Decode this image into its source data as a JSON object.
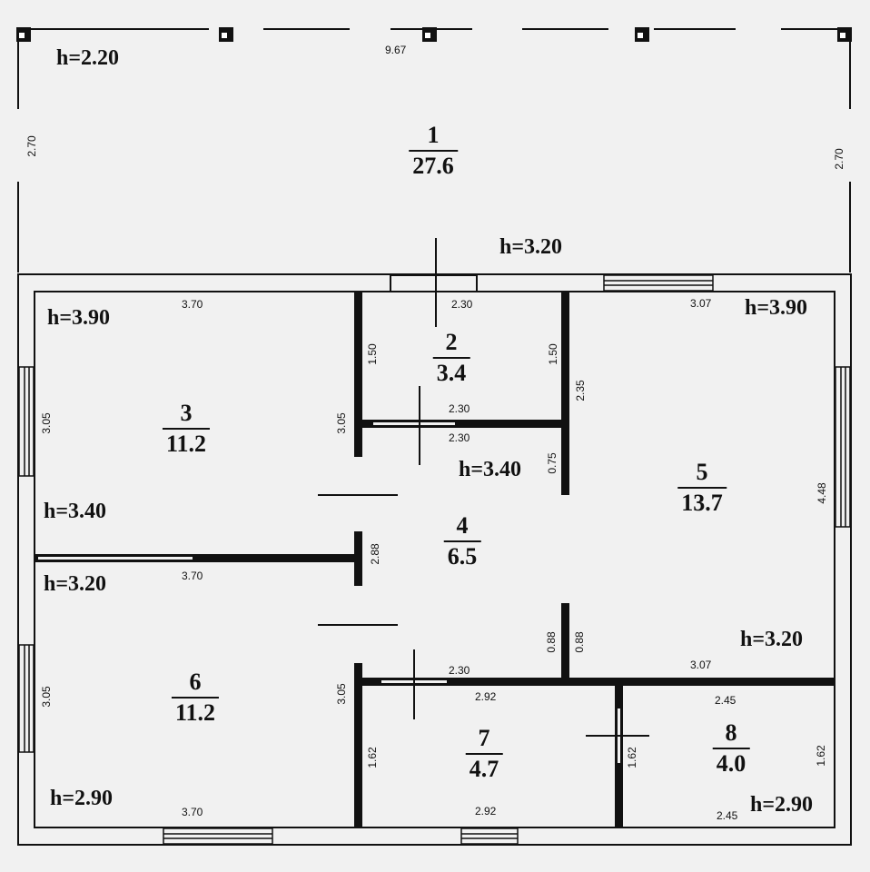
{
  "rooms": [
    {
      "num": "1",
      "area": "27.6"
    },
    {
      "num": "2",
      "area": "3.4"
    },
    {
      "num": "3",
      "area": "11.2"
    },
    {
      "num": "4",
      "area": "6.5"
    },
    {
      "num": "5",
      "area": "13.7"
    },
    {
      "num": "6",
      "area": "11.2"
    },
    {
      "num": "7",
      "area": "4.7"
    },
    {
      "num": "8",
      "area": "4.0"
    }
  ],
  "heights": {
    "terrace_tl": "h=2.20",
    "terrace_mid": "h=3.20",
    "r3_top": "h=3.90",
    "r5_top": "h=3.90",
    "r3_bottom": "h=3.40",
    "r4_top": "h=3.40",
    "r6_top": "h=3.20",
    "r5_bottom": "h=3.20",
    "r6_bottom": "h=2.90",
    "r8_bottom": "h=2.90"
  },
  "dims": {
    "terrace_width": "9.67",
    "terrace_left": "2.70",
    "terrace_right": "2.70",
    "r3_top": "3.70",
    "r3_left": "3.05",
    "r3_right": "3.05",
    "r2_top": "2.30",
    "r2_left": "1.50",
    "r2_right": "1.50",
    "r2_bottom": "2.30",
    "r4_top": "2.30",
    "r5_top": "3.07",
    "r5_wall_a": "2.35",
    "r5_wall_b": "0.75",
    "r5_right": "4.48",
    "r4_left": "2.88",
    "r3_bottom": "3.70",
    "r4_bottom_a": "0.88",
    "r4_bottom_b": "0.88",
    "r4_bottom": "2.30",
    "r5_bottom": "3.07",
    "r6_left": "3.05",
    "r6_right": "3.05",
    "r7_top": "2.92",
    "r8_top": "2.45",
    "r7_left": "1.62",
    "r7_right": "1.62",
    "r8_right": "1.62",
    "r6_bottom": "3.70",
    "r7_bottom": "2.92",
    "r8_bottom": "2.45"
  }
}
